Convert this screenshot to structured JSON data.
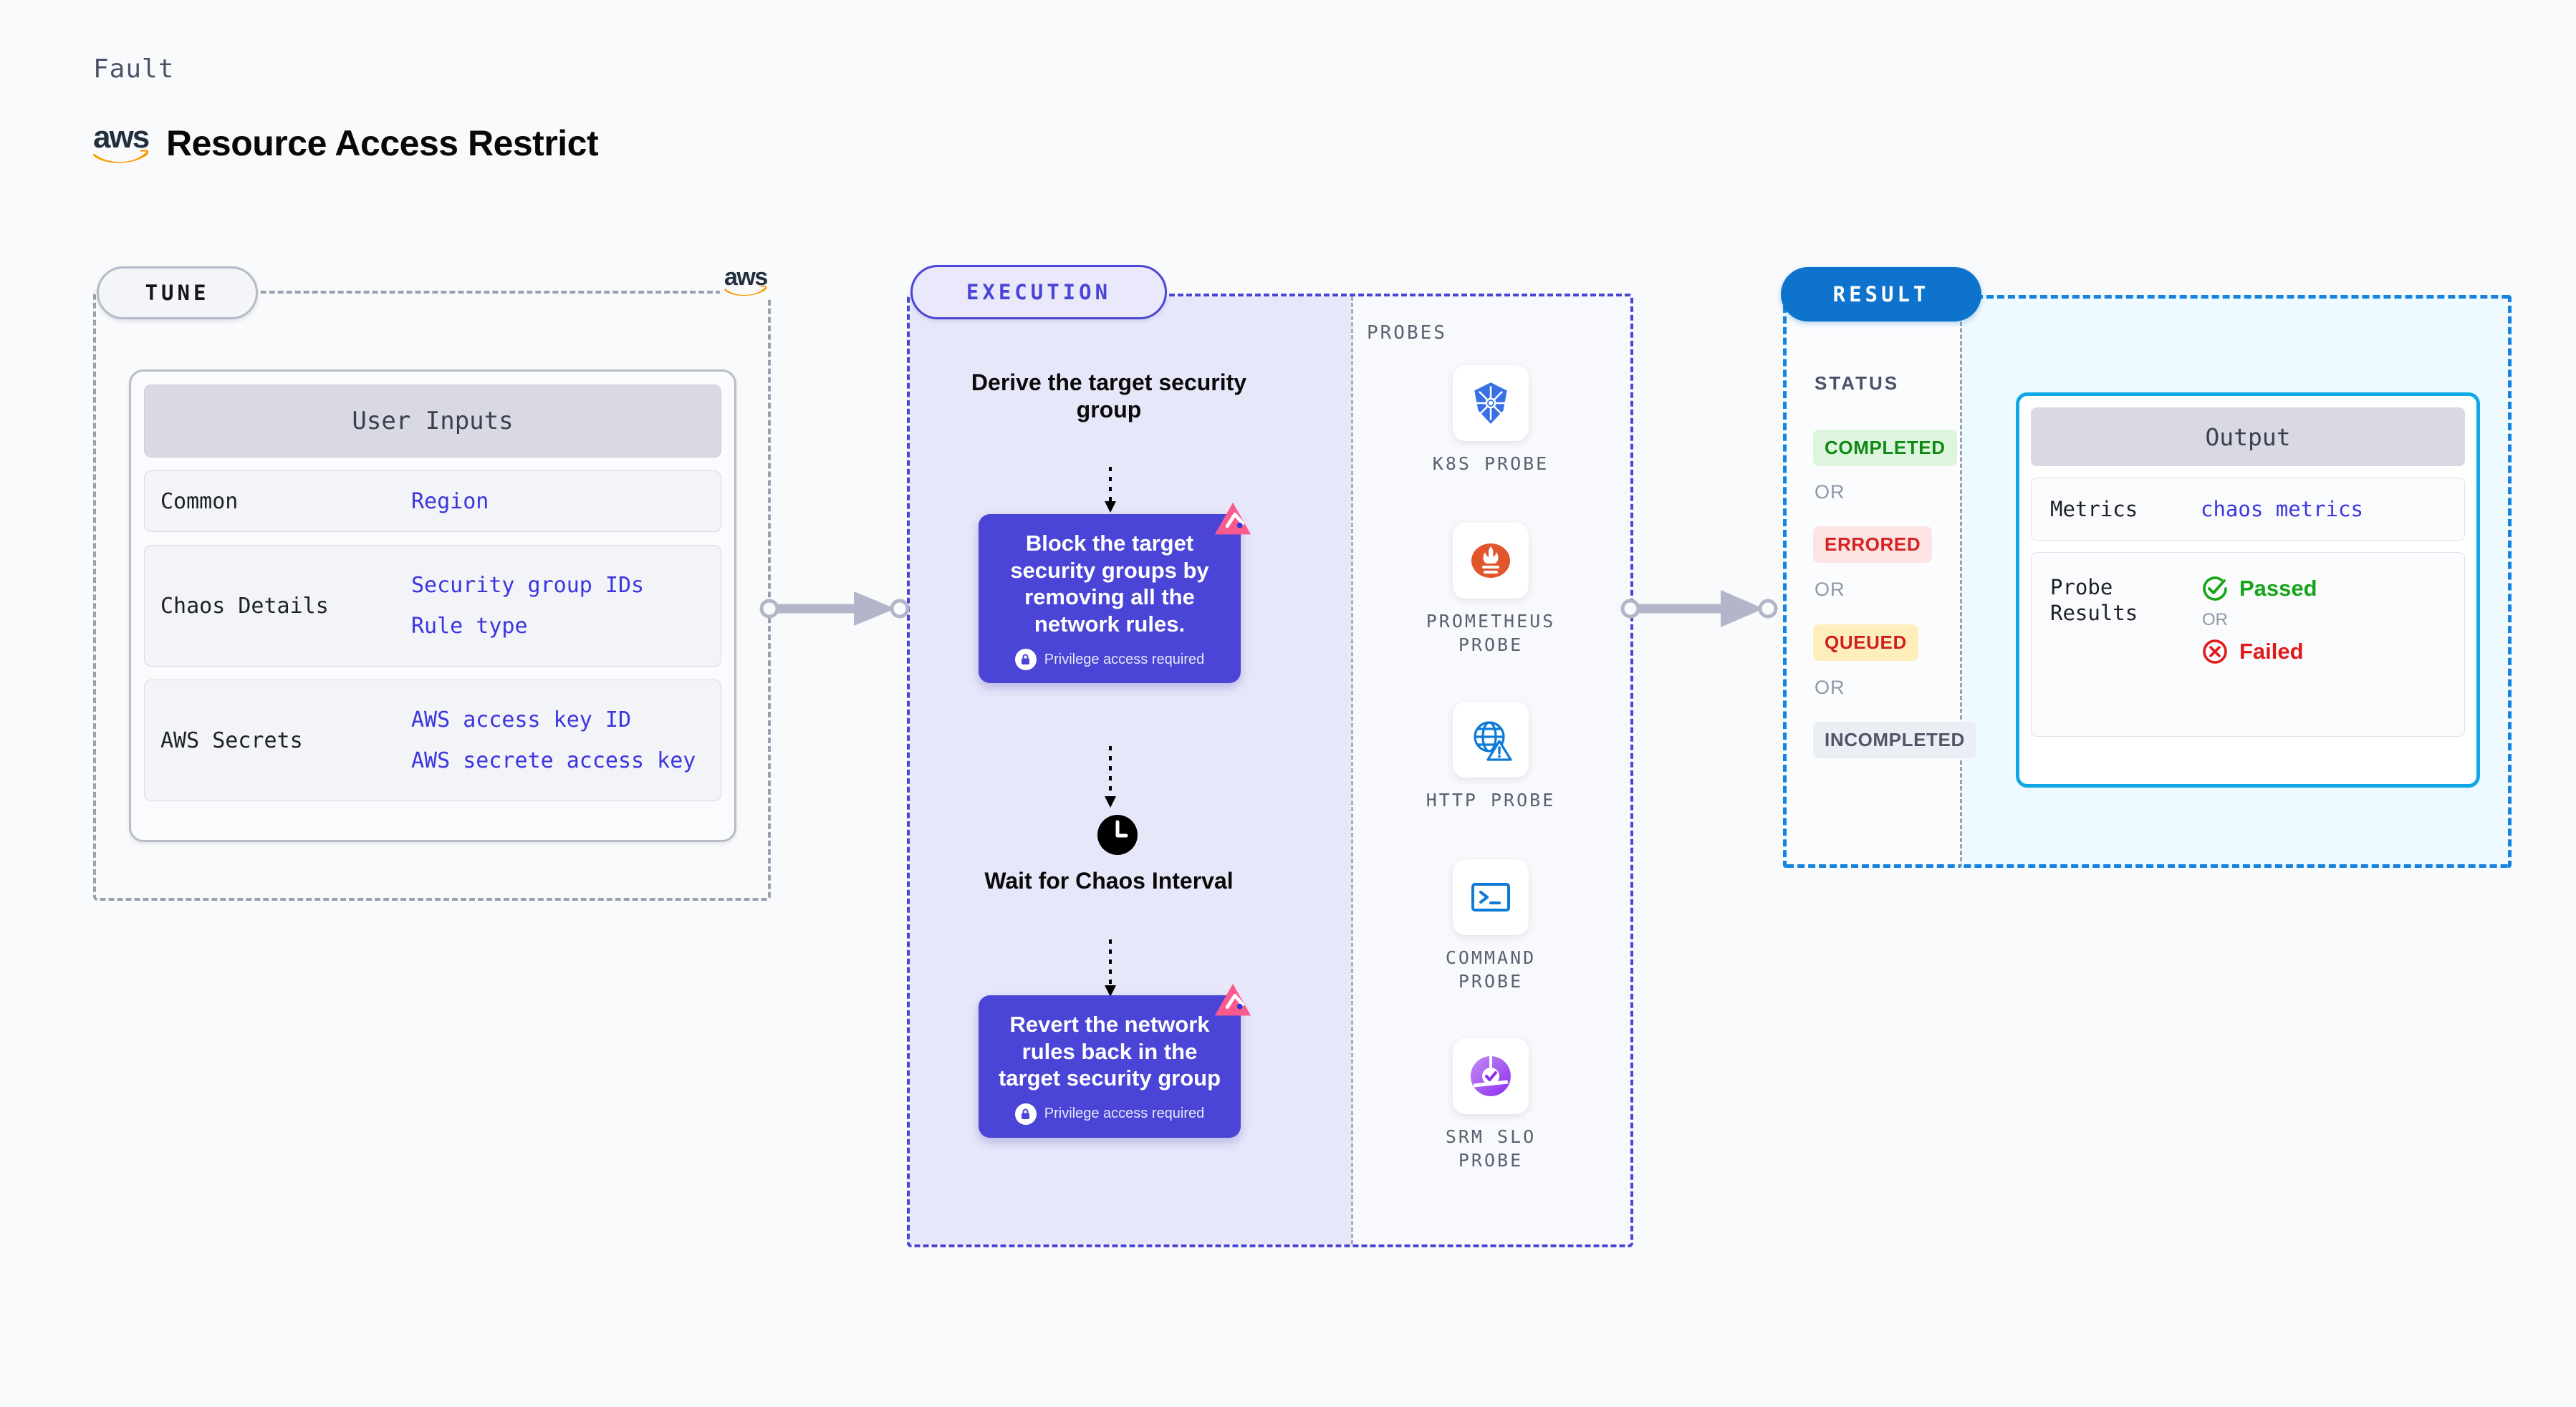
{
  "header": {
    "kicker": "Fault",
    "title": "Resource Access Restrict",
    "brand_logo": "aws-logo",
    "brand_text": "aws"
  },
  "tune": {
    "pill_label": "TUNE",
    "brand_logo": "aws-logo",
    "card_title": "User Inputs",
    "rows": [
      {
        "key": "Common",
        "values": [
          "Region"
        ]
      },
      {
        "key": "Chaos Details",
        "values": [
          "Security group IDs",
          "Rule type"
        ]
      },
      {
        "key": "AWS Secrets",
        "values": [
          "AWS access key ID",
          "AWS secrete access key"
        ]
      }
    ]
  },
  "execution": {
    "pill_label": "EXECUTION",
    "step_derive": "Derive the target security group",
    "card_block": {
      "title": "Block the target security groups by removing all the network rules.",
      "privilege_note": "Privilege access required",
      "badge": "litmus-chaos-icon"
    },
    "step_wait": "Wait for Chaos Interval",
    "wait_icon": "clock-icon",
    "card_revert": {
      "title": "Revert the network rules back in the target security group",
      "privilege_note": "Privilege access required",
      "badge": "litmus-chaos-icon"
    }
  },
  "probes": {
    "title": "PROBES",
    "items": [
      {
        "label": "K8S PROBE",
        "icon": "kubernetes-icon"
      },
      {
        "label": "PROMETHEUS PROBE",
        "icon": "prometheus-icon"
      },
      {
        "label": "HTTP PROBE",
        "icon": "http-globe-warning-icon"
      },
      {
        "label": "COMMAND PROBE",
        "icon": "terminal-icon"
      },
      {
        "label": "SRM SLO PROBE",
        "icon": "srm-slo-donut-icon"
      }
    ]
  },
  "result": {
    "pill_label": "RESULT",
    "status_title": "STATUS",
    "or_label": "OR",
    "statuses": [
      {
        "label": "COMPLETED",
        "bg": "#dcf5dc",
        "fg": "#0f8a15"
      },
      {
        "label": "ERRORED",
        "bg": "#fce4e4",
        "fg": "#d62222"
      },
      {
        "label": "QUEUED",
        "bg": "#fdeebc",
        "fg": "#cf2020"
      },
      {
        "label": "INCOMPLETED",
        "bg": "#eceef5",
        "fg": "#505667"
      }
    ],
    "output": {
      "title": "Output",
      "metrics_key": "Metrics",
      "metrics_value": "chaos metrics",
      "probe_results_key": "Probe Results",
      "passed_label": "Passed",
      "failed_label": "Failed",
      "or_label": "OR"
    }
  },
  "colors": {
    "canvas_bg": "#f9fafc",
    "tune_border": "#9aa0ae",
    "execution_accent": "#4a45d6",
    "execution_bg": "#e7e7fa",
    "result_accent": "#1482de",
    "result_bg": "#eefaff",
    "output_border": "#12a8e8",
    "link_text": "#3c35e0",
    "litmus_pink": "#fb5a8e"
  }
}
